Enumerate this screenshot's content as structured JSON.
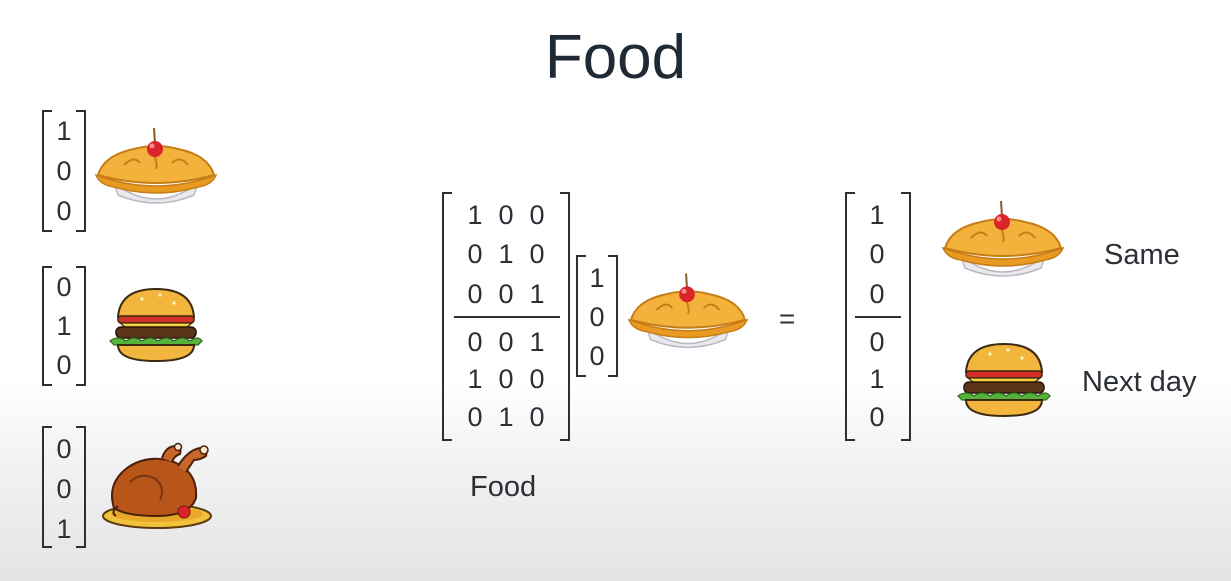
{
  "title": "Food",
  "left_vectors": [
    {
      "values": [
        "1",
        "0",
        "0"
      ],
      "food": "pie-icon"
    },
    {
      "values": [
        "0",
        "1",
        "0"
      ],
      "food": "burger-icon"
    },
    {
      "values": [
        "0",
        "0",
        "1"
      ],
      "food": "roast-chicken-icon"
    }
  ],
  "matrix": {
    "top_rows": [
      [
        "1",
        "0",
        "0"
      ],
      [
        "0",
        "1",
        "0"
      ],
      [
        "0",
        "0",
        "1"
      ]
    ],
    "bottom_rows": [
      [
        "0",
        "0",
        "1"
      ],
      [
        "1",
        "0",
        "0"
      ],
      [
        "0",
        "1",
        "0"
      ]
    ],
    "label": "Food"
  },
  "input_vector": {
    "values": [
      "1",
      "0",
      "0"
    ],
    "food": "pie-icon"
  },
  "equals": "=",
  "result_vector": {
    "top": [
      "1",
      "0",
      "0"
    ],
    "bottom": [
      "0",
      "1",
      "0"
    ]
  },
  "results": [
    {
      "food": "pie-icon",
      "label": "Same"
    },
    {
      "food": "burger-icon",
      "label": "Next day"
    }
  ]
}
